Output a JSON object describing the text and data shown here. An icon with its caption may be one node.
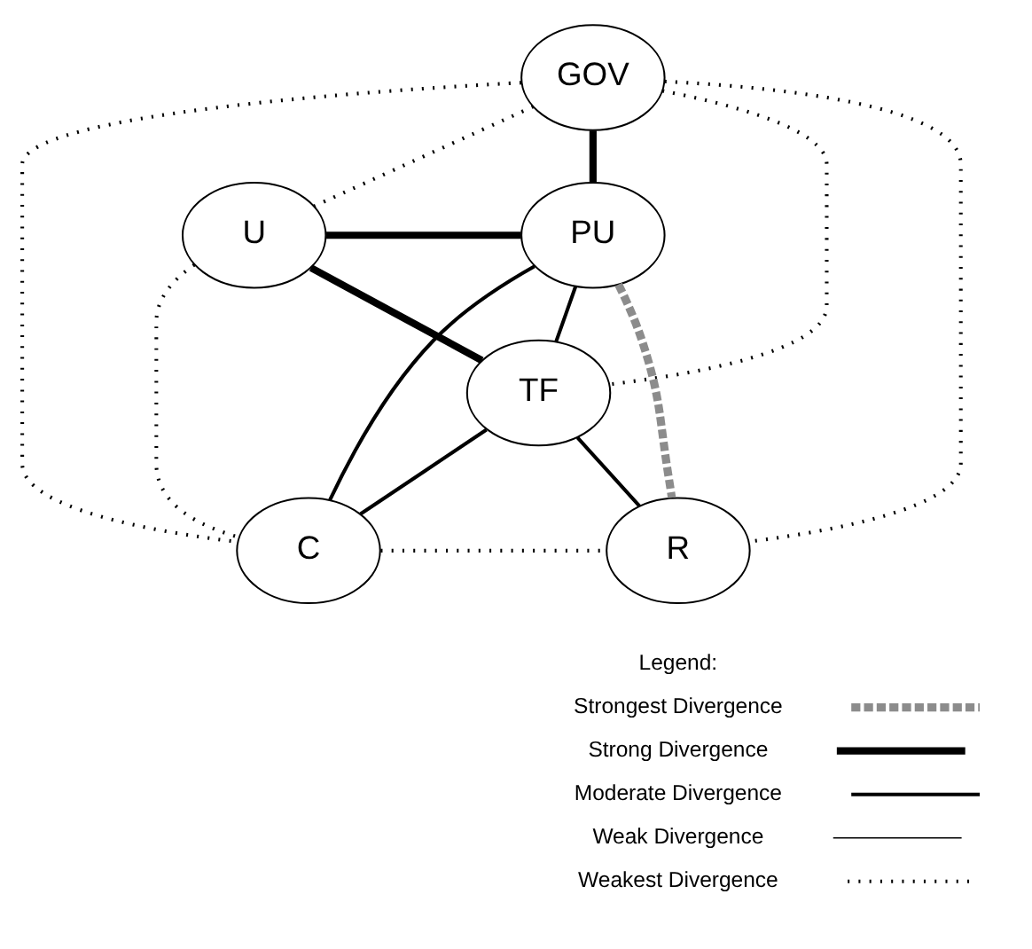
{
  "diagram": {
    "nodes": [
      {
        "text": [
          "GOV"
        ]
      },
      {
        "text": [
          "U"
        ]
      },
      {
        "text": [
          "PU"
        ]
      },
      {
        "text": [
          "TF"
        ]
      },
      {
        "text": [
          "R"
        ]
      },
      {
        "text": [
          "C"
        ]
      }
    ],
    "edges": [
      {
        "from": 0,
        "to": 1,
        "arrow": "none",
        "style": "dashed"
      },
      {
        "from": 0,
        "to": 2,
        "arrow": "none",
        "style": "thick"
      },
      {
        "from": 0,
        "to": 5,
        "arrow": "none",
        "style": "dashed"
      },
      {
        "from": 0,
        "to": 3,
        "arrow": "none",
        "style": "dashed"
      },
      {
        "from": 0,
        "to": 4,
        "arrow": "none",
        "style": "dashed"
      },
      {
        "from": 1,
        "to": 2,
        "arrow": "none",
        "style": "thick"
      },
      {
        "from": 1,
        "to": 3,
        "arrow": "none",
        "style": "thick"
      },
      {
        "from": 1,
        "to": 5,
        "arrow": "none",
        "style": "dashed"
      },
      {
        "from": 2,
        "to": 4,
        "arrow": "none",
        "style": "dashed",
        "color": "#8c8c8c"
      },
      {
        "from": 2,
        "to": 3,
        "arrow": "none"
      },
      {
        "from": 2,
        "to": 5,
        "arrow": "none"
      },
      {
        "from": 3,
        "to": 5,
        "arrow": "none"
      },
      {
        "from": 3,
        "to": 4,
        "arrow": "none"
      },
      {
        "from": 5,
        "to": 4,
        "arrow": "none",
        "style": "dashed"
      }
    ],
    "labels": [
      "Legend:"
    ],
    "legend": [
      {
        "text": "Strongest Divergence"
      },
      {
        "text": "Strong Divergence"
      },
      {
        "text": "Moderate Divergence"
      },
      {
        "text": "Weak Divergence"
      },
      {
        "text": "Weakest Divergence"
      }
    ]
  }
}
